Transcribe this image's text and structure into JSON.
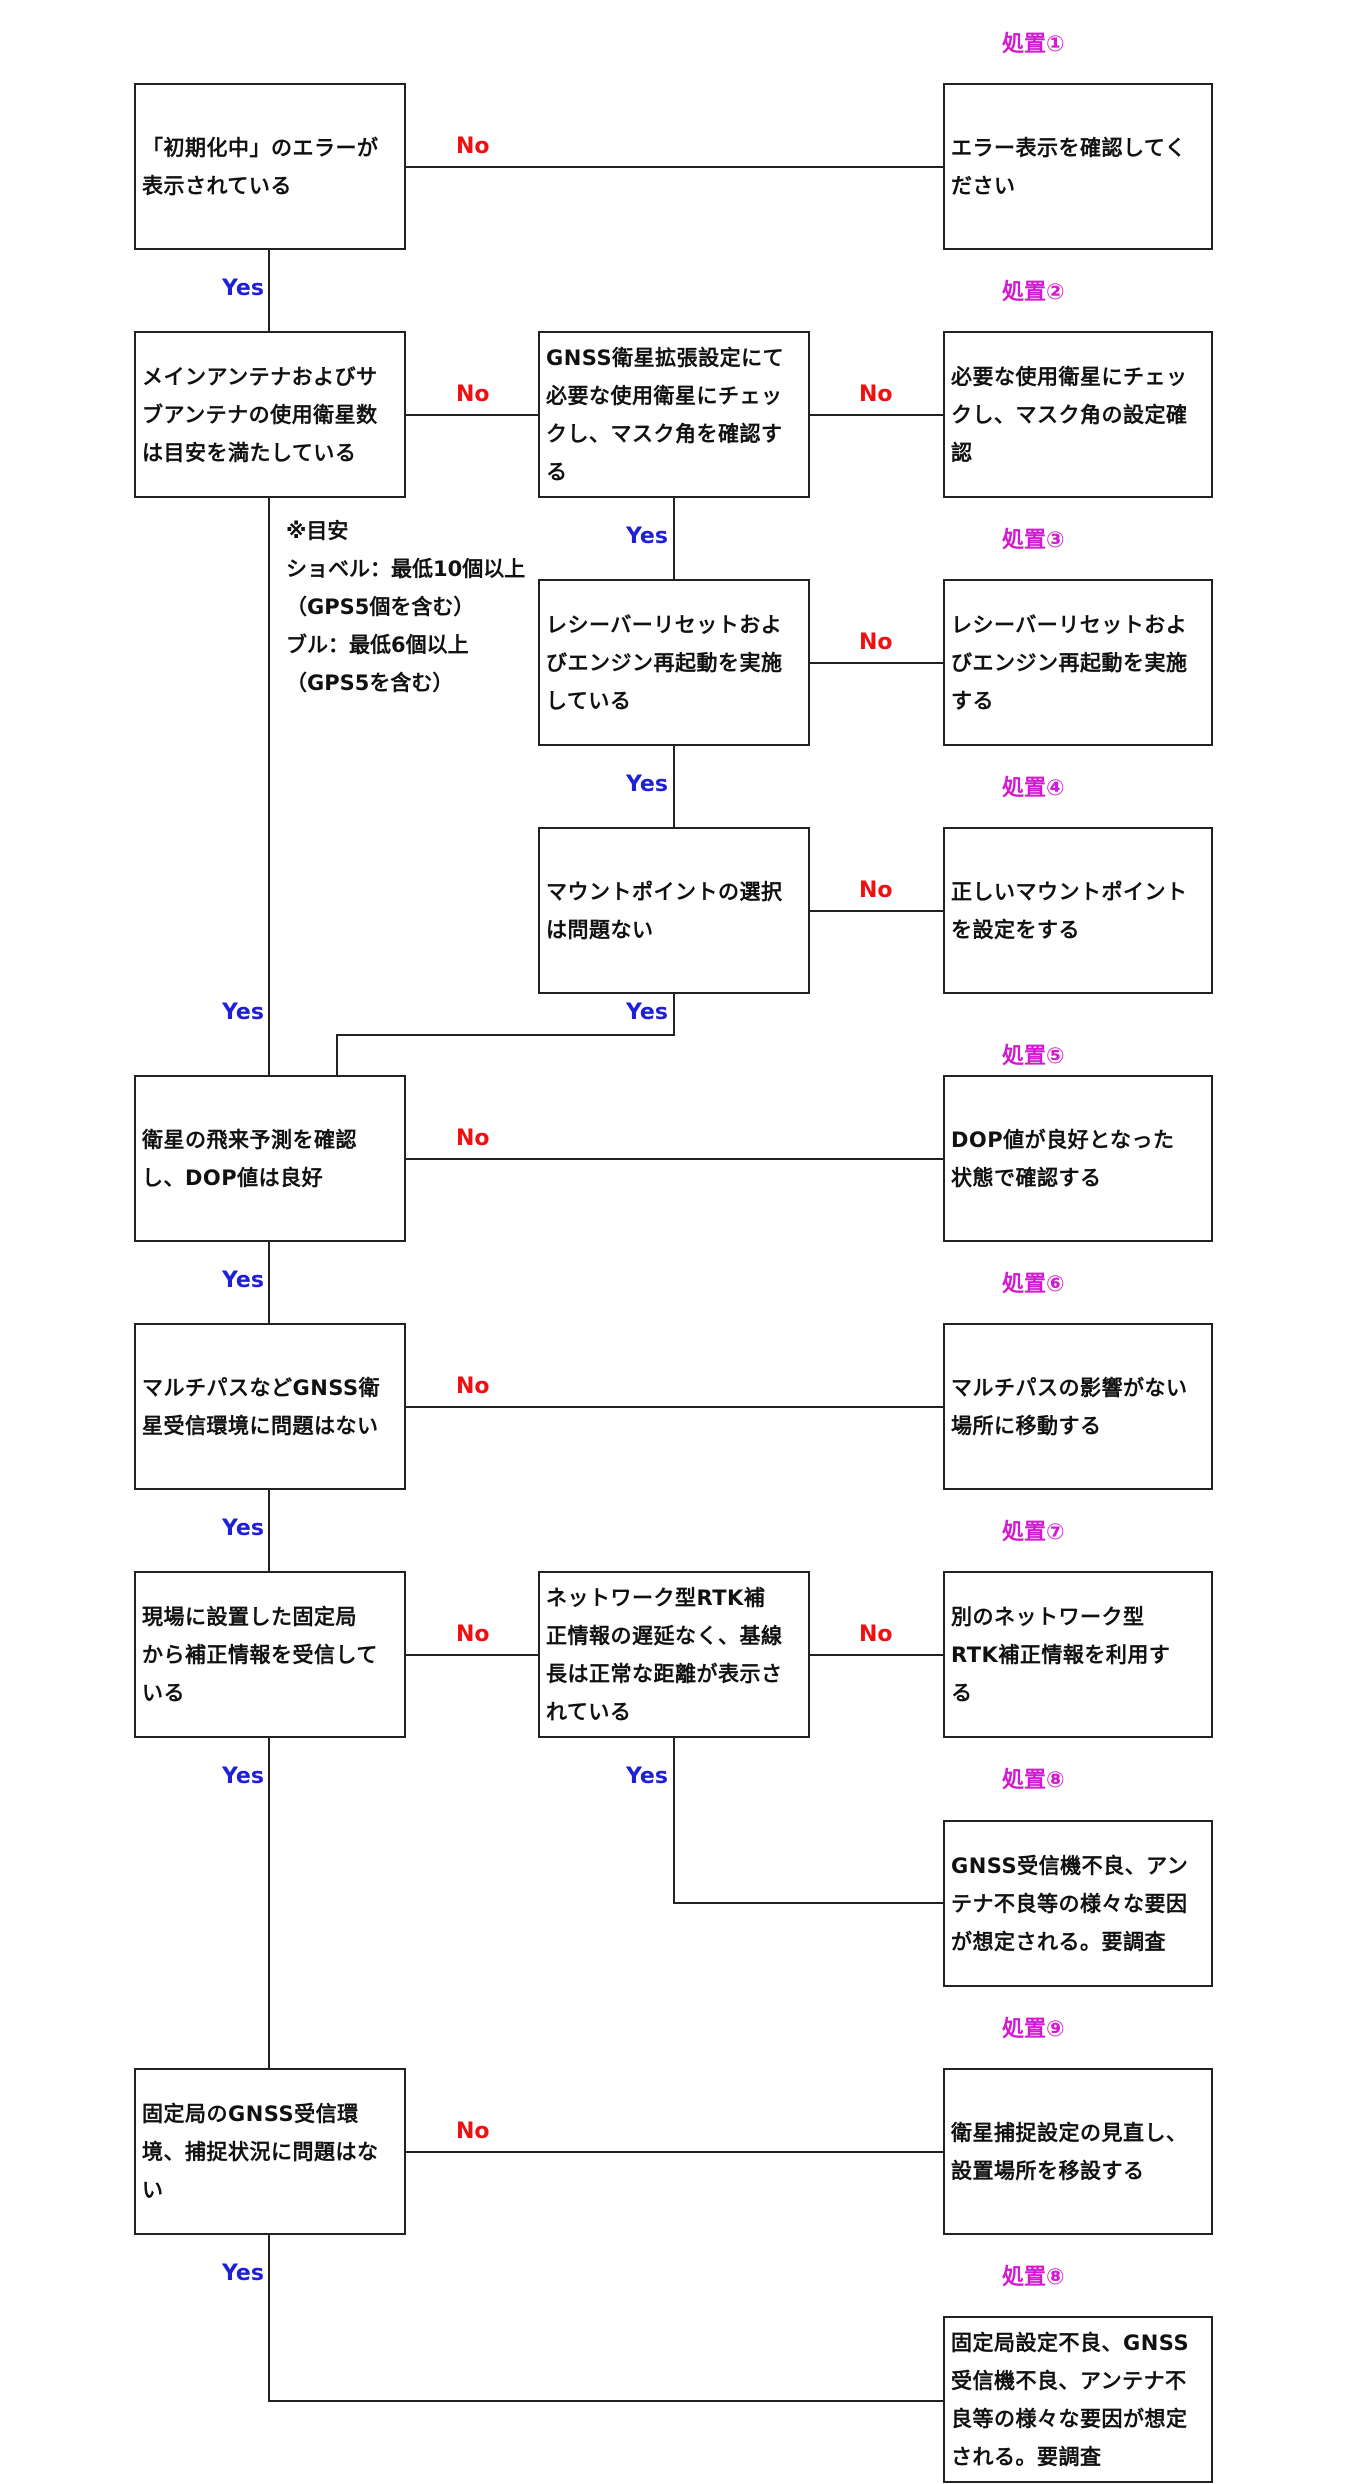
{
  "labels": {
    "yes": "Yes",
    "no": "No"
  },
  "actions": [
    "処置①",
    "処置②",
    "処置③",
    "処置④",
    "処置⑤",
    "処置⑥",
    "処置⑦",
    "処置⑧",
    "処置⑨",
    "処置⑧"
  ],
  "decisions": {
    "d1": "「初期化中」のエラーが\n表示されている",
    "d2": "メインアンテナおよびサ\nブアンテナの使用衛星数\nは目安を満たしている",
    "d2a": "GNSS衛星拡張設定にて\n必要な使用衛星にチェッ\nクし、マスク角を確認す\nる",
    "d2b": "レシーバーリセットおよ\nびエンジン再起動を実施\nしている",
    "d2c": "マウントポイントの選択\nは問題ない",
    "d3": "衛星の飛来予測を確認\nし、DOP値は良好",
    "d4": "マルチパスなどGNSS衛\n星受信環境に問題はない",
    "d5": "現場に設置した固定局\nから補正情報を受信して\nいる",
    "d5a": "ネットワーク型RTK補\n正情報の遅延なく、基線\n長は正常な距離が表示さ\nれている",
    "d6": "固定局のGNSS受信環\n境、捕捉状況に問題はな\nい"
  },
  "results": {
    "r1": "エラー表示を確認してく\nださい",
    "r2": "必要な使用衛星にチェッ\nクし、マスク角の設定確\n認",
    "r3": "レシーバーリセットおよ\nびエンジン再起動を実施\nする",
    "r4": "正しいマウントポイント\nを設定をする",
    "r5": "DOP値が良好となった\n状態で確認する",
    "r6": "マルチパスの影響がない\n場所に移動する",
    "r7": "別のネットワーク型\nRTK補正情報を利用す\nる",
    "r8": "GNSS受信機不良、アン\nテナ不良等の様々な要因\nが想定される。要調査",
    "r9": "衛星捕捉設定の見直し、\n設置場所を移設する",
    "r10": "固定局設定不良、GNSS\n受信機不良、アンテナ不\n良等の様々な要因が想定\nされる。要調査"
  },
  "note": {
    "title": "※目安",
    "line1": "ショベル：最低10個以上",
    "line2": "（GPS5個を含む）",
    "line3": "ブル：最低6個以上",
    "line4": "（GPS5を含む）"
  },
  "colors": {
    "no": "#ee1111",
    "yes": "#1f1fd6",
    "action": "#d21ad2",
    "line": "#222222"
  }
}
